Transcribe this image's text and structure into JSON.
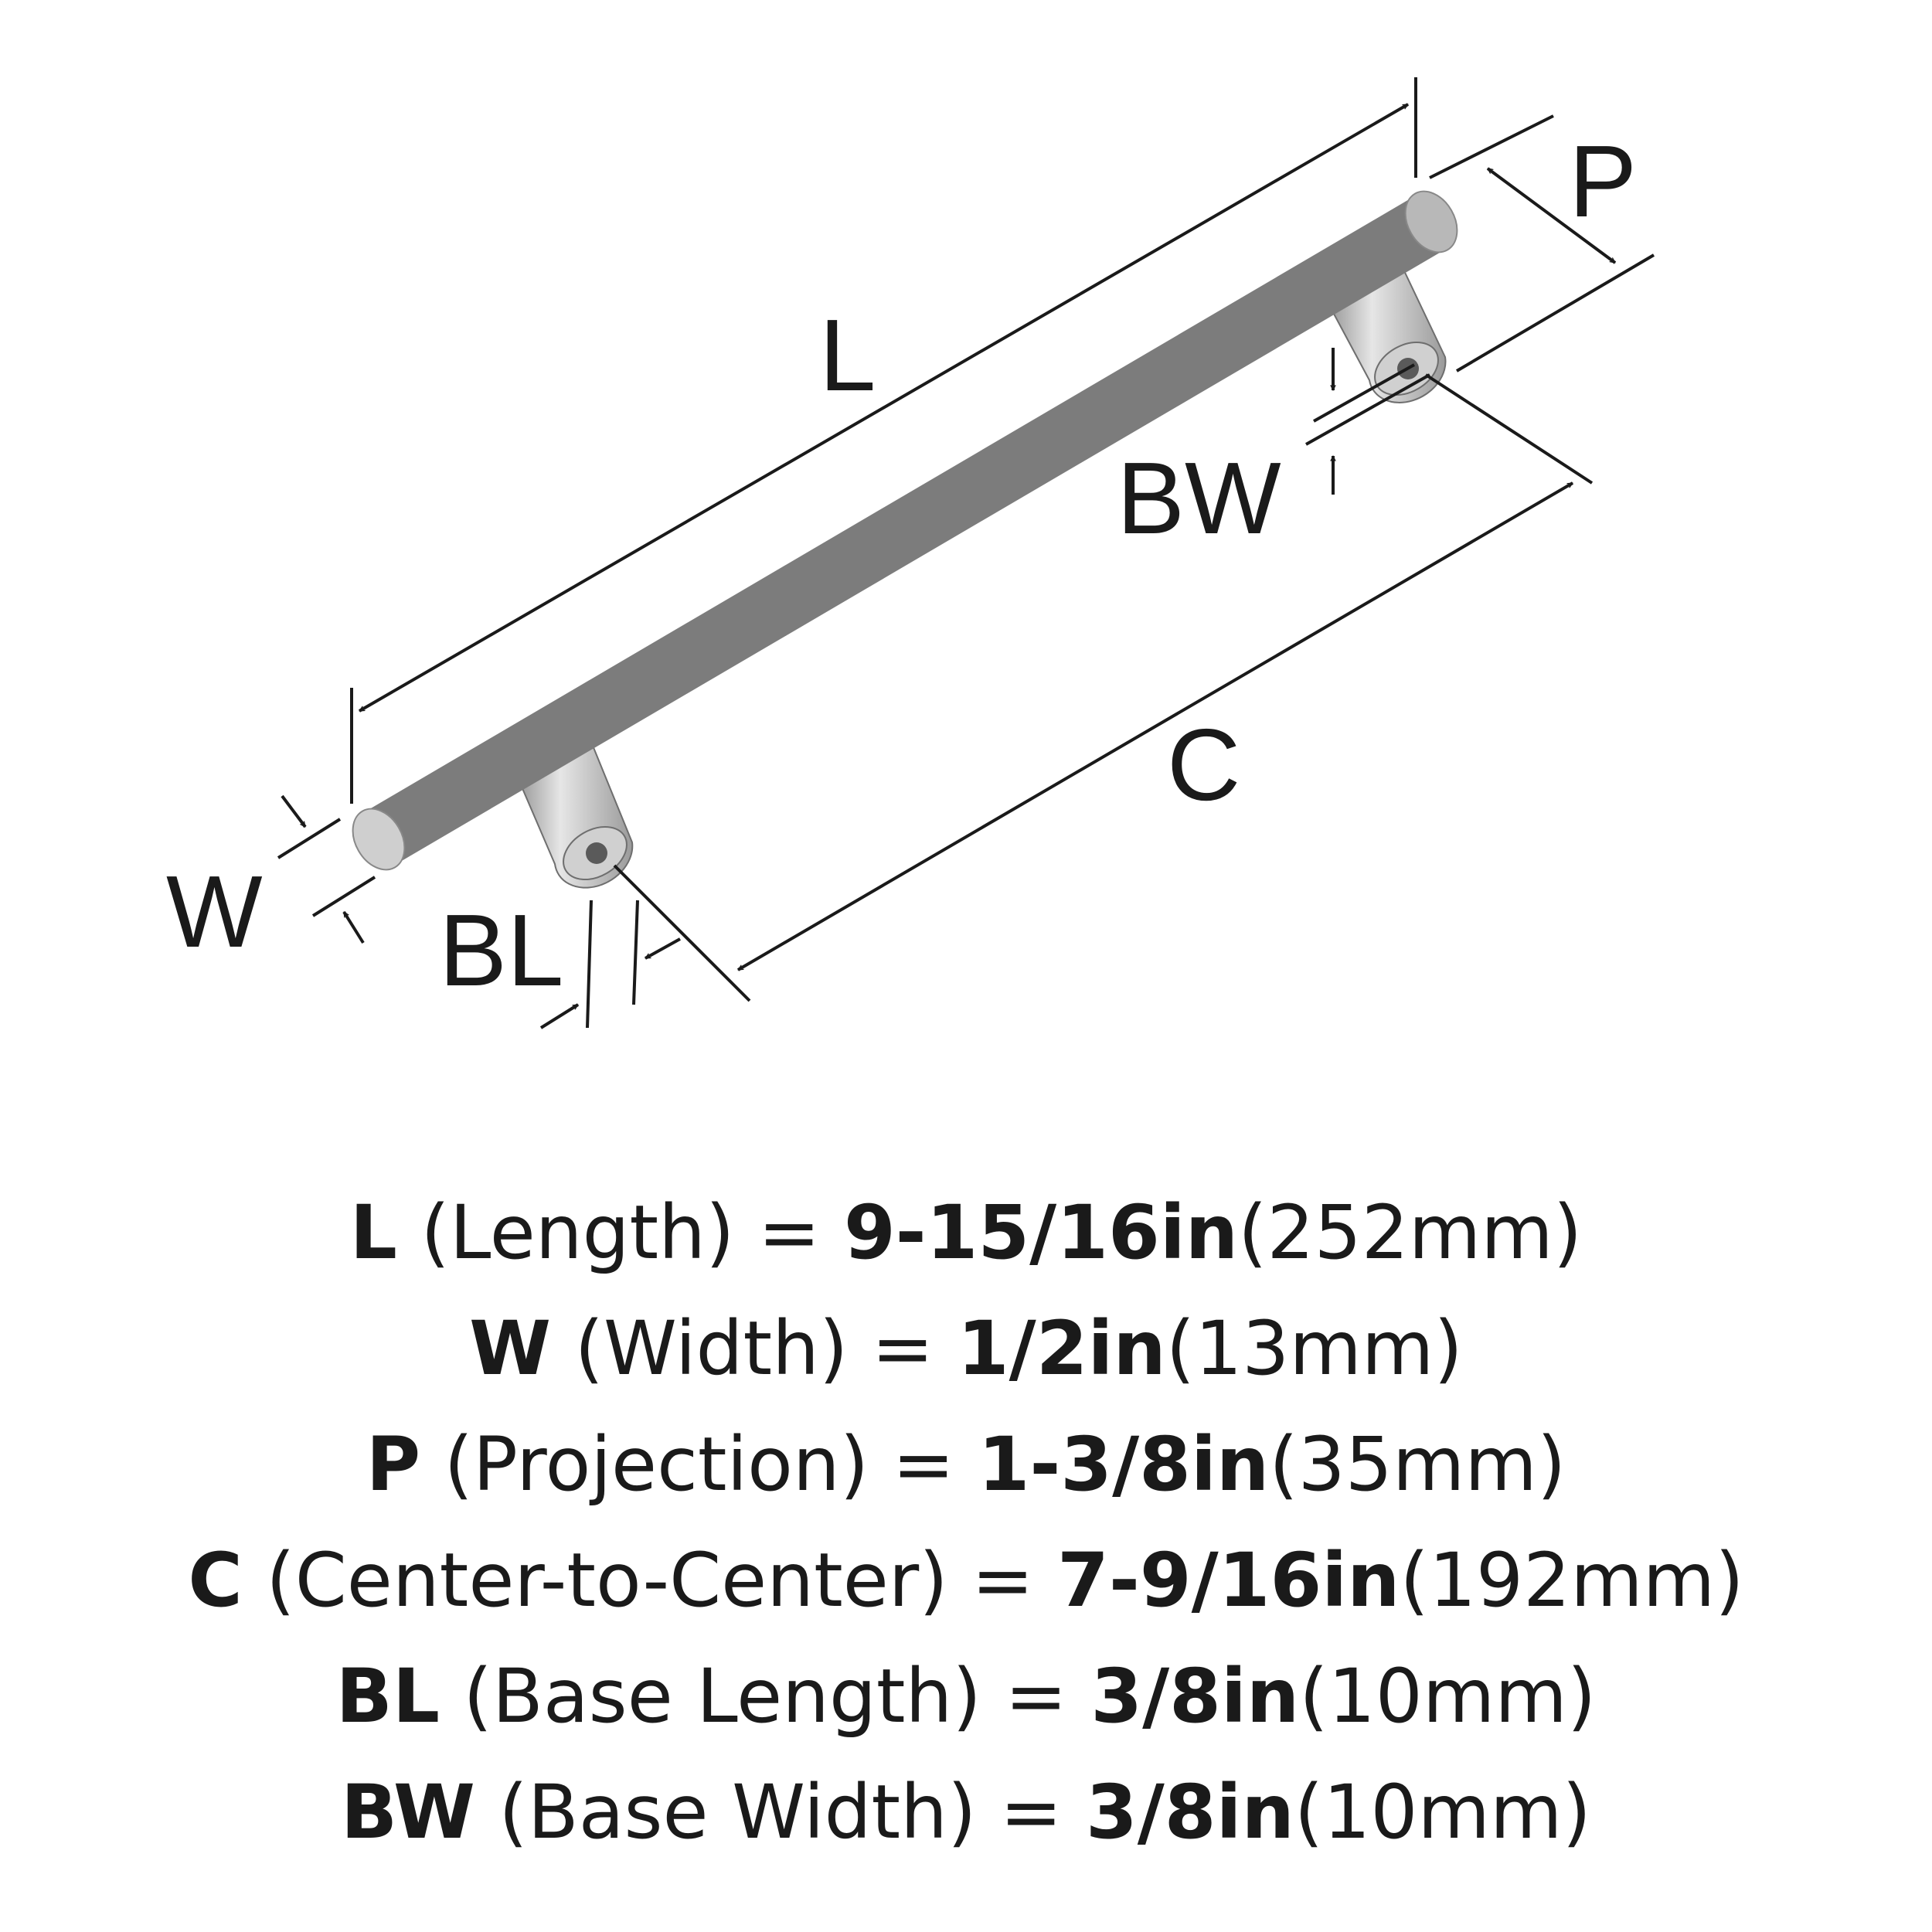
{
  "labels": {
    "L": "L",
    "P": "P",
    "BW": "BW",
    "C": "C",
    "W": "W",
    "BL": "BL"
  },
  "specs": [
    {
      "key": "L",
      "desc": "(Length) =",
      "value": "9-15/16in",
      "metric": "(252mm)"
    },
    {
      "key": "W",
      "desc": "(Width) =",
      "value": "1/2in",
      "metric": "(13mm)"
    },
    {
      "key": "P",
      "desc": "(Projection) =",
      "value": "1-3/8in",
      "metric": "(35mm)"
    },
    {
      "key": "C",
      "desc": "(Center-to-Center) =",
      "value": "7-9/16in",
      "metric": "(192mm)"
    },
    {
      "key": "BL",
      "desc": "(Base Length) =",
      "value": "3/8in",
      "metric": "(10mm)"
    },
    {
      "key": "BW",
      "desc": "(Base Width) =",
      "value": "3/8in",
      "metric": "(10mm)"
    }
  ],
  "colors": {
    "ink": "#1a1a1a",
    "metal_light": "#e4e4e4",
    "metal_dark": "#8a8a8a"
  }
}
